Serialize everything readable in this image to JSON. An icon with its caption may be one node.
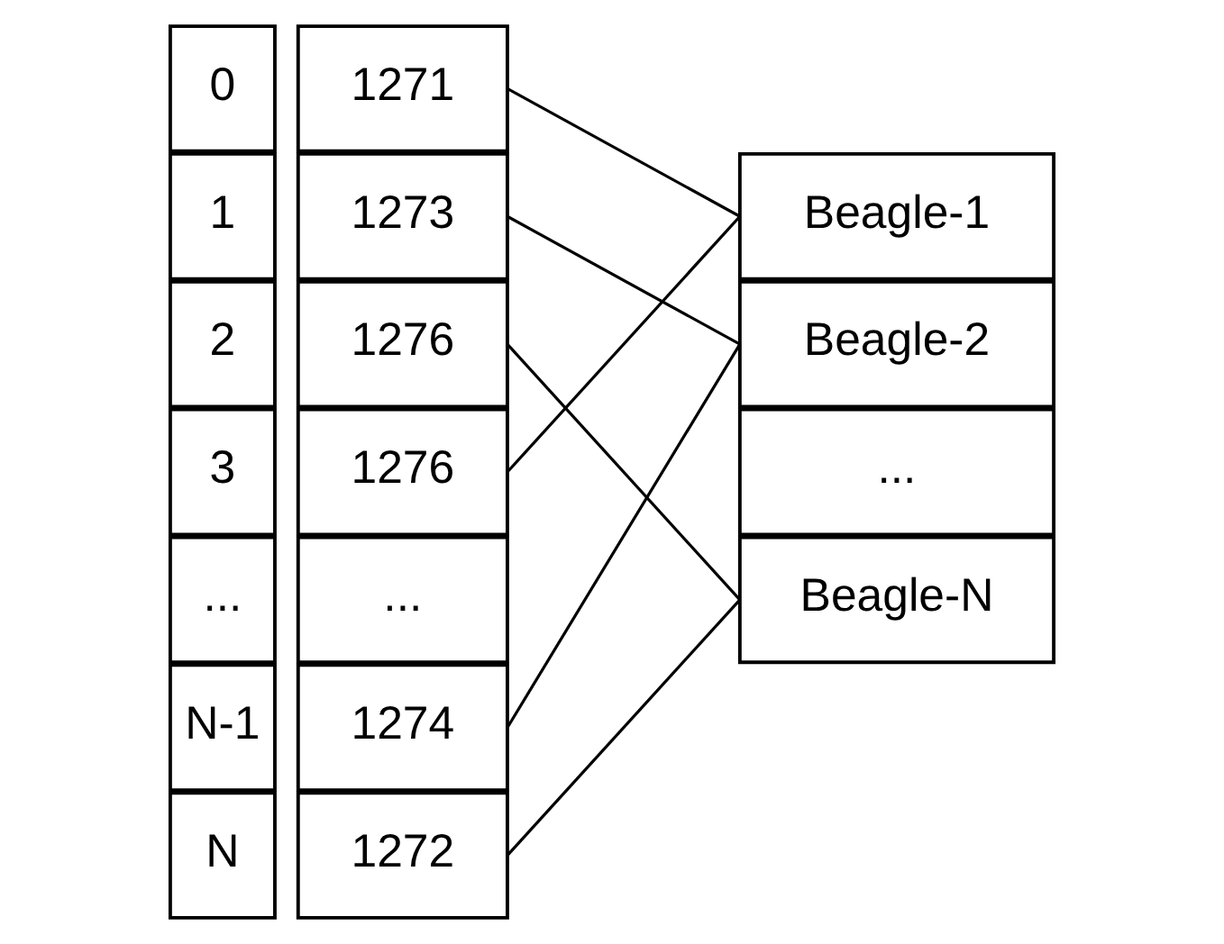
{
  "diagram": {
    "nodes": [
      {
        "text": [
          "0"
        ]
      },
      {
        "text": [
          "1271"
        ]
      },
      {
        "text": [
          "1"
        ]
      },
      {
        "text": [
          "1273"
        ]
      },
      {
        "text": [
          "2"
        ]
      },
      {
        "text": [
          "1276"
        ]
      },
      {
        "text": [
          "3"
        ]
      },
      {
        "text": [
          "1276"
        ]
      },
      {
        "text": [
          "..."
        ]
      },
      {
        "text": [
          "..."
        ]
      },
      {
        "text": [
          "N-1"
        ]
      },
      {
        "text": [
          "1274"
        ]
      },
      {
        "text": [
          "N"
        ]
      },
      {
        "text": [
          "1272"
        ]
      },
      {
        "text": [
          "Beagle-1"
        ]
      },
      {
        "text": [
          "Beagle-2"
        ]
      },
      {
        "text": [
          "..."
        ]
      },
      {
        "text": [
          "Beagle-N"
        ]
      }
    ],
    "edges": [
      {
        "from": 1,
        "to": 14,
        "arrow": "none"
      },
      {
        "from": 3,
        "to": 15,
        "arrow": "none"
      },
      {
        "from": 5,
        "to": 17,
        "arrow": "none"
      },
      {
        "from": 7,
        "to": 14,
        "arrow": "none"
      },
      {
        "from": 11,
        "to": 15,
        "arrow": "none"
      },
      {
        "from": 13,
        "to": 17,
        "arrow": "none"
      }
    ]
  }
}
